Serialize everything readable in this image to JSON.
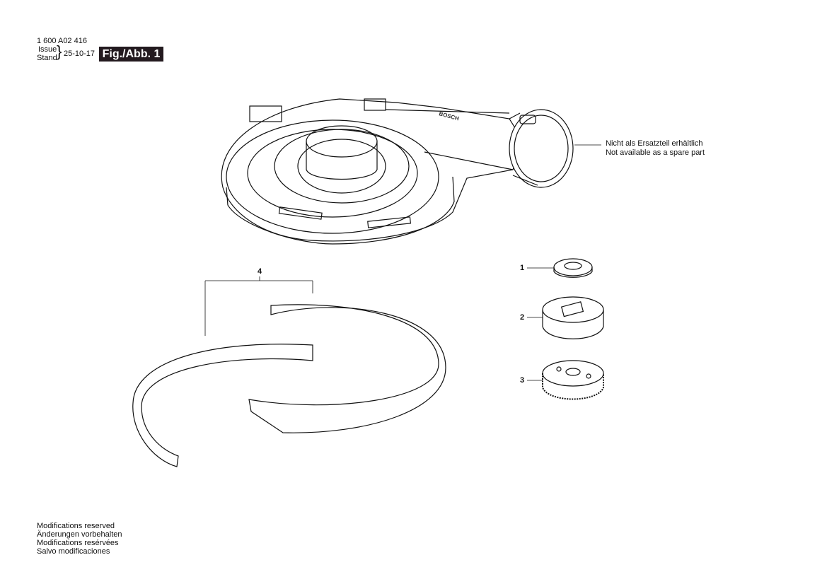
{
  "header": {
    "part_number": "1 600 A02 416",
    "issue_label": "Issue",
    "stand_label": "Stand",
    "date": "25-10-17",
    "figure_label": "Fig./Abb. 1"
  },
  "diagram": {
    "brand_mark": "BOSCH",
    "note_de": "Nicht als Ersatzteil erhältlich",
    "note_en": "Not available as a spare part",
    "callouts": [
      "1",
      "2",
      "3",
      "4"
    ]
  },
  "footer": {
    "lines": [
      "Modifications reserved",
      "Änderungen vorbehalten",
      "Modifications resérvées",
      "Salvo modificaciones"
    ]
  }
}
